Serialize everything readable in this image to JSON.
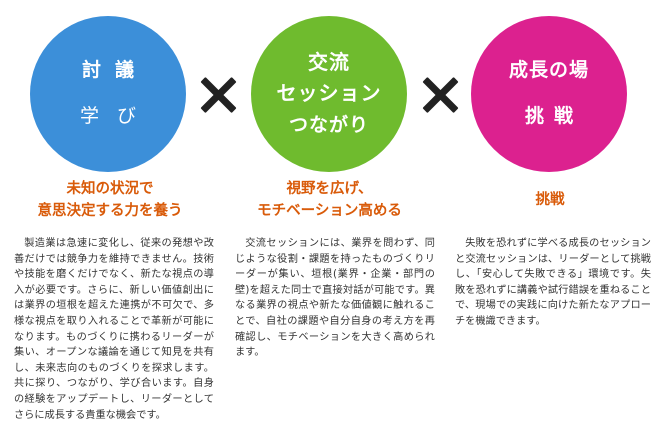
{
  "colors": {
    "circle_1": "#3c8fd9",
    "circle_2": "#6fbb2e",
    "circle_3": "#dc218f",
    "headline": "#d95b0a",
    "cross": "#222222"
  },
  "cross_symbol": "×",
  "columns": [
    {
      "circle_lines": [
        "討議",
        "学び"
      ],
      "headline_lines": [
        "未知の状況で",
        "意思決定する力を養う"
      ],
      "body": "製造業は急速に変化し、従来の発想や改善だけでは競争力を維持できません。技術や技能を磨くだけでなく、新たな視点の導入が必要です。さらに、新しい価値創出には業界の垣根を超えた連携が不可欠で、多様な視点を取り入れることで革新が可能になります。ものづくりに携わるリーダーが集い、オープンな議論を通じて知見を共有し、未来志向のものづくりを探求します。共に探り、つながり、学び合います。自身の経験をアップデートし、リーダーとしてさらに成長する貴重な機会です。"
    },
    {
      "circle_lines": [
        "交流",
        "セッション",
        "つながり"
      ],
      "headline_lines": [
        "視野を広げ、",
        "モチベーション高める"
      ],
      "body": "交流セッションには、業界を問わず、同じような役割・課題を持ったものづくりリーダーが集い、垣根(業界・企業・部門の壁)を超えた同士で直接対話が可能です。異なる業界の視点や新たな価値観に触れることで、自社の課題や自分自身の考え方を再確認し、モチベーションを大きく高められます。"
    },
    {
      "circle_lines": [
        "成長の場",
        "挑戦"
      ],
      "headline_lines": [
        "挑戦"
      ],
      "body": "失敗を恐れずに学べる成長のセッションと交流セッションは、リーダーとして挑戦し、「安心して失敗できる」環境です。失敗を恐れずに講義や試行錯誤を重ねることで、現場での実践に向けた新たなアプローチを機識できます。"
    }
  ]
}
